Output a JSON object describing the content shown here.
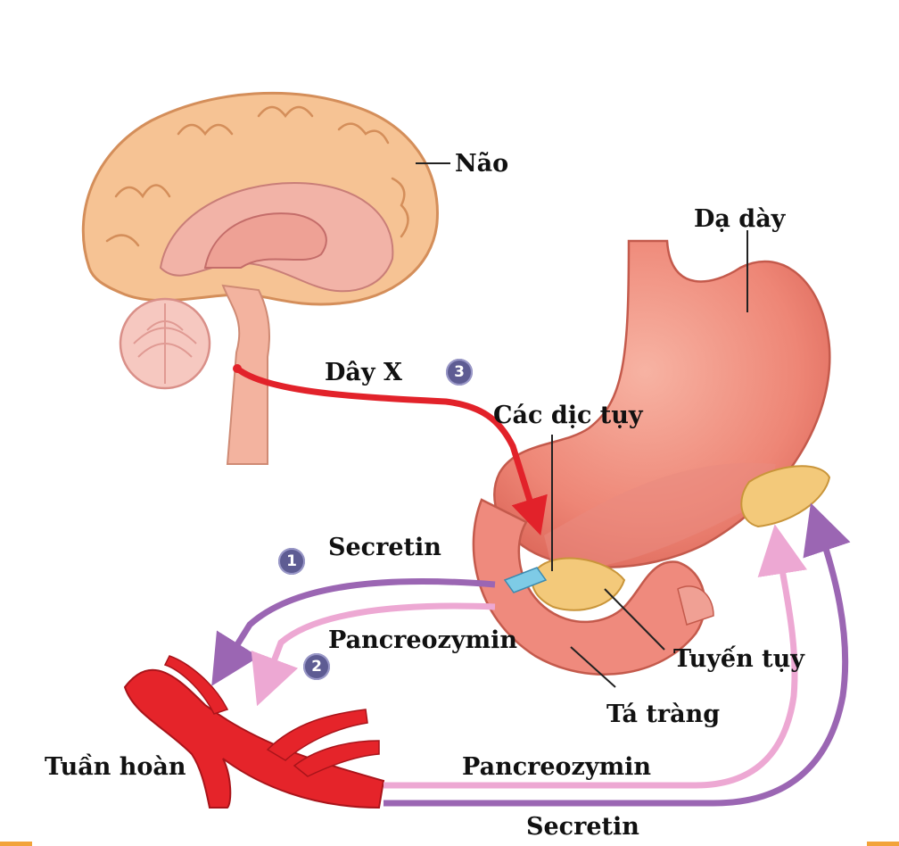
{
  "labels": {
    "brain": "Não",
    "stomach": "Dạ dày",
    "vagus_nerve": "Dây X",
    "pancreatic_juice": "Các dịc tụy",
    "secretin_top": "Secretin",
    "pancreozymin_top": "Pancreozymin",
    "pancreas": "Tuyến tụy",
    "duodenum": "Tá tràng",
    "circulation": "Tuần hoàn",
    "pancreozymin_bottom": "Pancreozymin",
    "secretin_bottom": "Secretin"
  },
  "badges": {
    "one": "1",
    "two": "2",
    "three": "3"
  },
  "colors": {
    "nerve": "#e2222a",
    "secretin": "#9b66b3",
    "pancreozymin": "#eda8d3",
    "brain": "#f6c394",
    "stomach": "#ef8878",
    "pancreas": "#f3c97a",
    "vessel": "#e5242a",
    "badge": "#5e5c93"
  }
}
